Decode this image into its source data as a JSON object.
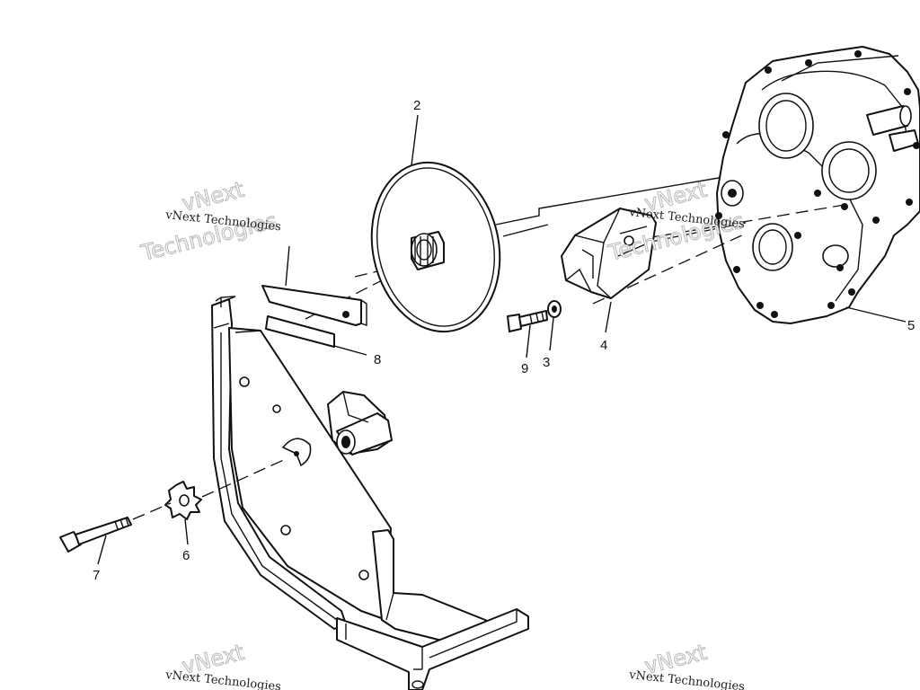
{
  "callouts": {
    "c2": "2",
    "c3": "3",
    "c4": "4",
    "c5": "5",
    "c6": "6",
    "c7": "7",
    "c8": "8",
    "c9": "9"
  },
  "watermark": {
    "brand": "vNext",
    "line": "vNext Technologies",
    "word": "Technologies"
  }
}
